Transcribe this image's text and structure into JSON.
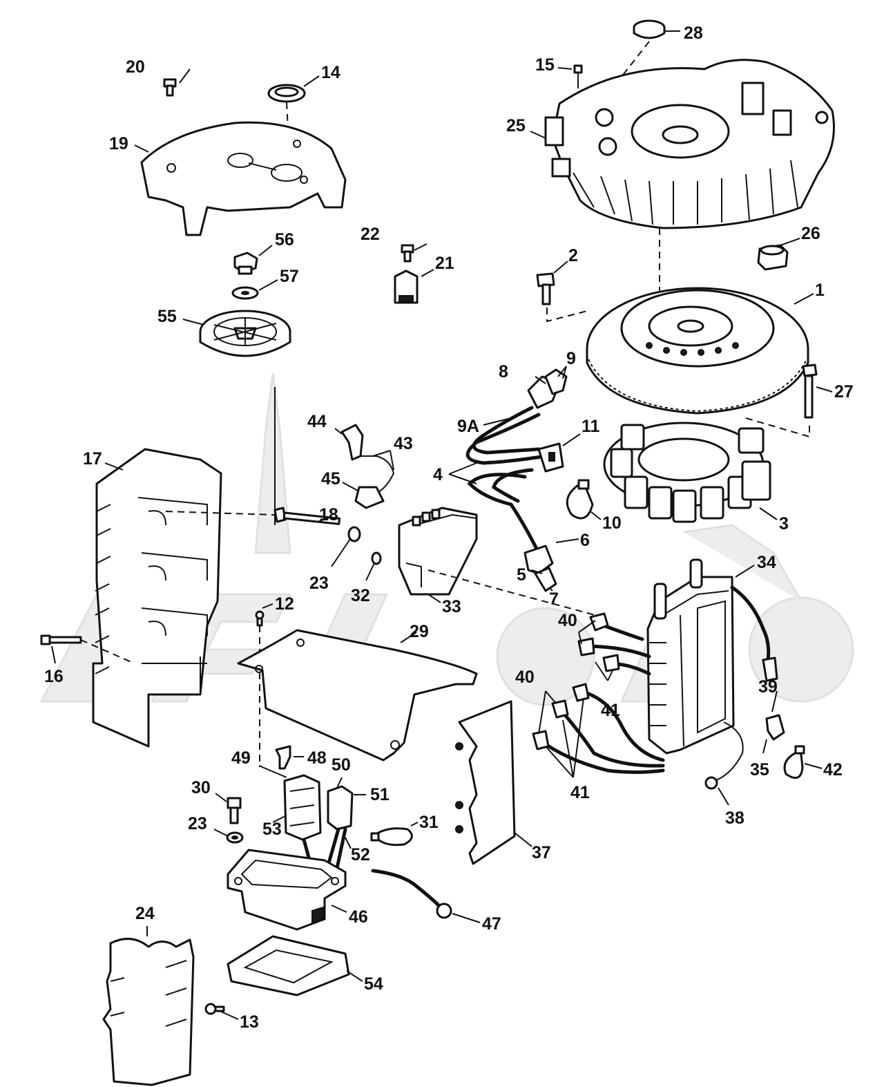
{
  "callouts": [
    {
      "id": "c1",
      "text": "1"
    },
    {
      "id": "c2",
      "text": "2"
    },
    {
      "id": "c3",
      "text": "3"
    },
    {
      "id": "c4",
      "text": "4"
    },
    {
      "id": "c5",
      "text": "5"
    },
    {
      "id": "c6",
      "text": "6"
    },
    {
      "id": "c7",
      "text": "7"
    },
    {
      "id": "c8",
      "text": "8"
    },
    {
      "id": "c9",
      "text": "9"
    },
    {
      "id": "c9a",
      "text": "9A"
    },
    {
      "id": "c10",
      "text": "10"
    },
    {
      "id": "c11",
      "text": "11"
    },
    {
      "id": "c12",
      "text": "12"
    },
    {
      "id": "c13",
      "text": "13"
    },
    {
      "id": "c14",
      "text": "14"
    },
    {
      "id": "c15",
      "text": "15"
    },
    {
      "id": "c16",
      "text": "16"
    },
    {
      "id": "c17",
      "text": "17"
    },
    {
      "id": "c18",
      "text": "18"
    },
    {
      "id": "c19",
      "text": "19"
    },
    {
      "id": "c20",
      "text": "20"
    },
    {
      "id": "c21",
      "text": "21"
    },
    {
      "id": "c22",
      "text": "22"
    },
    {
      "id": "c23a",
      "text": "23"
    },
    {
      "id": "c23b",
      "text": "23"
    },
    {
      "id": "c24",
      "text": "24"
    },
    {
      "id": "c25",
      "text": "25"
    },
    {
      "id": "c26",
      "text": "26"
    },
    {
      "id": "c27",
      "text": "27"
    },
    {
      "id": "c28",
      "text": "28"
    },
    {
      "id": "c29",
      "text": "29"
    },
    {
      "id": "c30",
      "text": "30"
    },
    {
      "id": "c31",
      "text": "31"
    },
    {
      "id": "c32",
      "text": "32"
    },
    {
      "id": "c33",
      "text": "33"
    },
    {
      "id": "c34",
      "text": "34"
    },
    {
      "id": "c35",
      "text": "35"
    },
    {
      "id": "c37",
      "text": "37"
    },
    {
      "id": "c38",
      "text": "38"
    },
    {
      "id": "c39",
      "text": "39"
    },
    {
      "id": "c40a",
      "text": "40"
    },
    {
      "id": "c40b",
      "text": "40"
    },
    {
      "id": "c41a",
      "text": "41"
    },
    {
      "id": "c41b",
      "text": "41"
    },
    {
      "id": "c42",
      "text": "42"
    },
    {
      "id": "c43",
      "text": "43"
    },
    {
      "id": "c44",
      "text": "44"
    },
    {
      "id": "c45",
      "text": "45"
    },
    {
      "id": "c46",
      "text": "46"
    },
    {
      "id": "c47",
      "text": "47"
    },
    {
      "id": "c48",
      "text": "48"
    },
    {
      "id": "c49",
      "text": "49"
    },
    {
      "id": "c50",
      "text": "50"
    },
    {
      "id": "c51",
      "text": "51"
    },
    {
      "id": "c52",
      "text": "52"
    },
    {
      "id": "c53",
      "text": "53"
    },
    {
      "id": "c54",
      "text": "54"
    },
    {
      "id": "c55",
      "text": "55"
    },
    {
      "id": "c56",
      "text": "56"
    },
    {
      "id": "c57",
      "text": "57"
    }
  ]
}
